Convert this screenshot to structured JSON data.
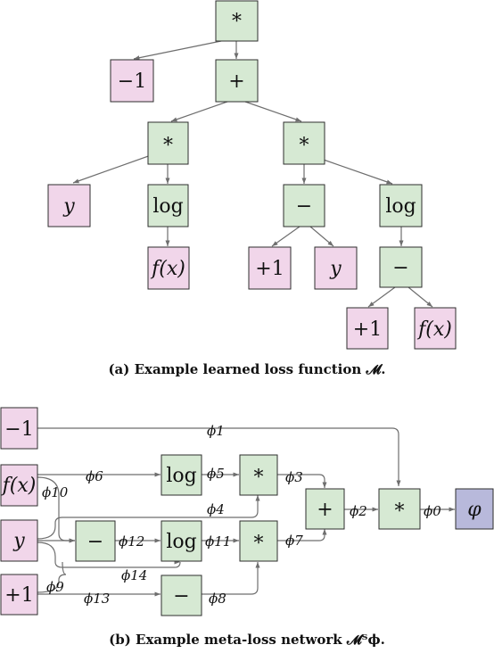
{
  "colors": {
    "operator_fill": "#d6e9d3",
    "operand_fill": "#f1d6ea",
    "output_fill": "#b8b9db",
    "edge": "#6e6e6e"
  },
  "tree_a": {
    "caption": "(a) Example learned loss function 𝓜.",
    "nodes": {
      "mul_root": "*",
      "neg_one": "−1",
      "plus": "+",
      "mul_left": "*",
      "mul_right": "*",
      "y_left": "y",
      "log_left": "log",
      "minus_mid": "−",
      "log_right": "log",
      "fx_left": "f(x)",
      "plus_one_a": "+1",
      "y_right": "y",
      "minus_low": "−",
      "plus_one_b": "+1",
      "fx_right": "f(x)"
    }
  },
  "network_b": {
    "caption": "(b) Example meta-loss network 𝓜ᵀϕ.",
    "nodes": {
      "neg_one": "−1",
      "fx": "f(x)",
      "y": "y",
      "plus_one": "+1",
      "minus_a": "−",
      "log_a": "log",
      "log_b": "log",
      "minus_b": "−",
      "mul_a": "*",
      "mul_b": "*",
      "plus": "+",
      "mul_out": "*",
      "phi_out": "φ"
    },
    "edge_labels": {
      "phi0": "ϕ0",
      "phi1": "ϕ1",
      "phi2": "ϕ2",
      "phi3": "ϕ3",
      "phi4": "ϕ4",
      "phi5": "ϕ5",
      "phi6": "ϕ6",
      "phi7": "ϕ7",
      "phi8": "ϕ8",
      "phi9": "ϕ9",
      "phi10": "ϕ10",
      "phi11": "ϕ11",
      "phi12": "ϕ12",
      "phi13": "ϕ13",
      "phi14": "ϕ14"
    }
  }
}
